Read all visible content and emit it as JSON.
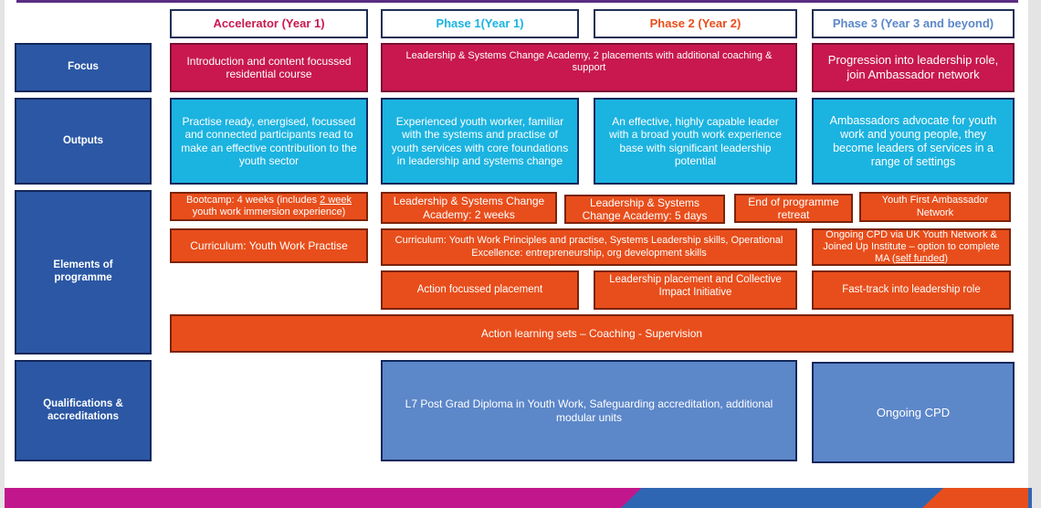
{
  "headers": [
    {
      "label": "Accelerator (Year 1)",
      "color": "#c8184f"
    },
    {
      "label": "Phase 1(Year 1)",
      "color": "#1bb3e0"
    },
    {
      "label": "Phase 2 (Year 2)",
      "color": "#e84e1b"
    },
    {
      "label": "Phase 3 (Year 3 and beyond)",
      "color": "#5c87c9"
    }
  ],
  "rows": {
    "focus": "Focus",
    "outputs": "Outputs",
    "elements": "Elements of programme",
    "qualifications": "Qualifications & accreditations"
  },
  "focus": {
    "accelerator": "Introduction and content focussed residential course",
    "phase12": "Leadership & Systems Change Academy, 2 placements with additional coaching & support",
    "phase3": "Progression into leadership role, join Ambassador network"
  },
  "outputs": {
    "accelerator": "Practise ready, energised, focussed and connected participants read to make an effective contribution to the youth sector",
    "phase1": "Experienced youth worker, familiar with the systems and practise of youth services with core foundations in leadership and systems change",
    "phase2": "An effective, highly capable leader with a broad youth work experience base with significant leadership potential",
    "phase3": "Ambassadors advocate for youth work and young people, they become leaders of services in a range of settings"
  },
  "elements": {
    "bootcamp_pre": "Bootcamp: 4 weeks (includes ",
    "bootcamp_u": "2 week",
    "bootcamp_post": " youth work immersion experience)",
    "academy2": "Leadership & Systems Change Academy: 2 weeks",
    "academy5": "Leadership & Systems Change Academy: 5 days",
    "retreat": "End of programme retreat",
    "ambassador": "Youth First Ambassador Network",
    "curriculum_yw": "Curriculum: Youth Work Practise",
    "curriculum_ywp": "Curriculum: Youth Work Principles and practise, Systems Leadership skills, Operational Excellence: entrepreneurship, org development skills",
    "cpd_pre": "Ongoing CPD via UK Youth Network & Joined Up Institute – option to complete MA (",
    "cpd_u": "self funded",
    "cpd_post": ")",
    "action_placement": "Action focussed placement",
    "leadership_placement": "Leadership placement and Collective Impact Initiative",
    "fasttrack": "Fast-track into leadership role",
    "action_learning": "Action learning sets – Coaching - Supervision"
  },
  "qualifications": {
    "phase12": "L7 Post Grad Diploma in Youth Work, Safeguarding accreditation, additional modular units",
    "phase3": "Ongoing CPD"
  },
  "colors": {
    "navy": "#2b57a4",
    "magenta": "#c8184f",
    "cyan": "#1bb3e0",
    "orange": "#e84e1b",
    "steel_blue": "#5c87c9",
    "purple": "#5a2d82"
  }
}
